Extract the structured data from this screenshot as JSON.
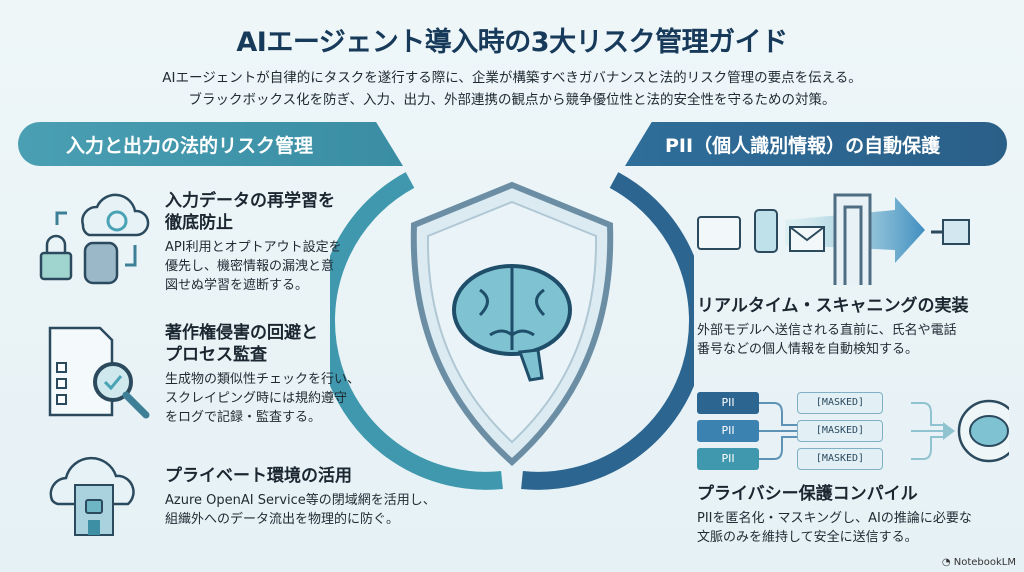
{
  "header": {
    "title": "AIエージェント導入時の3大リスク管理ガイド",
    "subtitle_1": "AIエージェントが自律的にタスクを遂行する際に、企業が構築すべきガバナンスと法的リスク管理の要点を伝える。",
    "subtitle_2": "ブラックボックス化を防ぎ、入力、出力、外部連携の観点から競争優位性と法的安全性を守るための対策。"
  },
  "left": {
    "banner": "入力と出力の法的リスク管理",
    "items": [
      {
        "title_1": "入力データの再学習を",
        "title_2": "徹底防止",
        "body_1": "API利用とオプトアウト設定を",
        "body_2": "優先し、機密情報の漏洩と意",
        "body_3": "図せぬ学習を遮断する。"
      },
      {
        "title_1": "著作権侵害の回避と",
        "title_2": "プロセス監査",
        "body_1": "生成物の類似性チェックを行い、",
        "body_2": "スクレイピング時には規約遵守",
        "body_3": "をログで記録・監査する。"
      },
      {
        "title_1": "プライベート環境の活用",
        "body_1": "Azure OpenAI Service等の閉域網を活用し、",
        "body_2": "組織外へのデータ流出を物理的に防ぐ。"
      }
    ]
  },
  "right": {
    "banner": "PII（個人識別情報）の自動保護",
    "items": [
      {
        "title": "リアルタイム・スキャニングの実装",
        "body_1": "外部モデルへ送信される直前に、氏名や電話",
        "body_2": "番号などの個人情報を自動検知する。"
      },
      {
        "title": "プライバシー保護コンパイル",
        "body_1": "PIIを匿名化・マスキングし、AIの推論に必要な",
        "body_2": "文脈のみを維持して安全に送信する。"
      }
    ],
    "pii_labels": [
      "PII",
      "PII",
      "PII"
    ],
    "masked_labels": [
      "[MASKED]",
      "[MASKED]",
      "[MASKED]"
    ]
  },
  "footer": {
    "brand": "NotebookLM"
  },
  "colors": {
    "teal": "#3f98ad",
    "blue": "#2c6590",
    "navy": "#173a5a"
  }
}
